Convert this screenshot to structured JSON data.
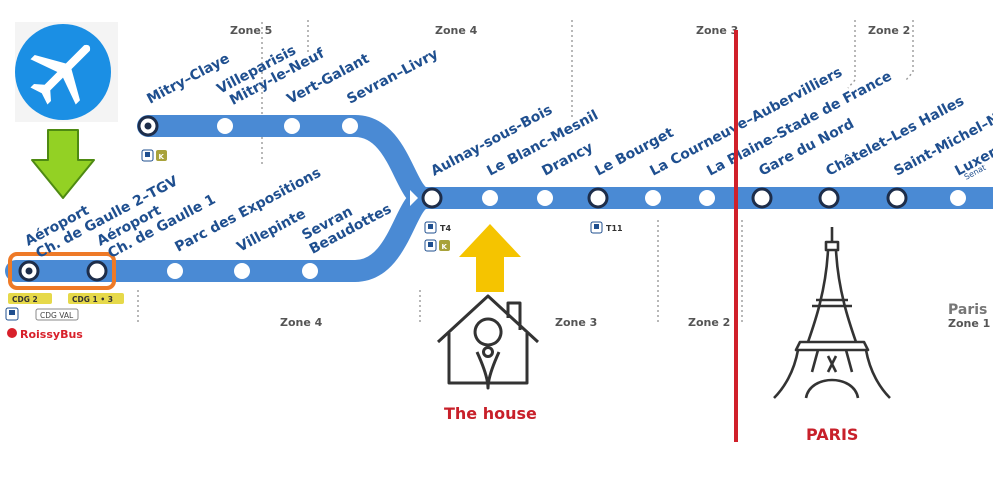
{
  "zones": {
    "top": [
      "Zone 5",
      "Zone 4",
      "Zone 3",
      "Zone 2"
    ],
    "bottom": [
      "Zone 4",
      "Zone 3",
      "Zone 2"
    ],
    "paris_city": "Paris",
    "paris_zone": "Zone 1"
  },
  "stations": {
    "upper_branch": [
      "Mitry–Claye",
      "Villeparisis Mitry-le-Neuf",
      "Vert-Galant",
      "Sevran–Livry"
    ],
    "lower_branch": [
      "Aéroport Ch. de Gaulle 2–TGV",
      "Aéroport Ch. de Gaulle 1",
      "Parc des Expositions",
      "Villepinte",
      "Sevran Beaudottes"
    ],
    "trunk": [
      "Aulnay-sous-Bois",
      "Le Blanc-Mesnil",
      "Drancy",
      "Le Bourget",
      "La Courneuve–Aubervilliers",
      "La Plaine–Stade de France",
      "Gare du Nord",
      "Châtelet–Les Halles",
      "Saint-Michel–N",
      "Luxem"
    ],
    "truncated_sublabel": "Senat"
  },
  "connections": {
    "mitry": "K",
    "aulnay_tram": "T4",
    "aulnay_train": "K",
    "bourget_tram": "T11",
    "cdg2": "CDG 2",
    "cdg1": "CDG 1 • 3",
    "cdg_val": "CDG VAL",
    "bus": "RoissyBus"
  },
  "annotations": {
    "house_label": "The house",
    "paris_label": "PARIS"
  },
  "colors": {
    "line": "#4a8ad4",
    "station_text": "#1f4f8f",
    "airport_circle": "#1b8fe4",
    "green_arrow": "#93d124",
    "yellow_arrow": "#f5c400",
    "highlight_box": "#ee7a27",
    "paris_line": "#d0202a",
    "annotation_red": "#c8202a",
    "k_badge": "#a8a23a"
  },
  "icons": [
    "airplane-icon",
    "arrow-down-icon",
    "arrow-up-icon",
    "house-location-icon",
    "eiffel-tower-icon",
    "train-icon",
    "tram-icon",
    "bus-icon"
  ]
}
